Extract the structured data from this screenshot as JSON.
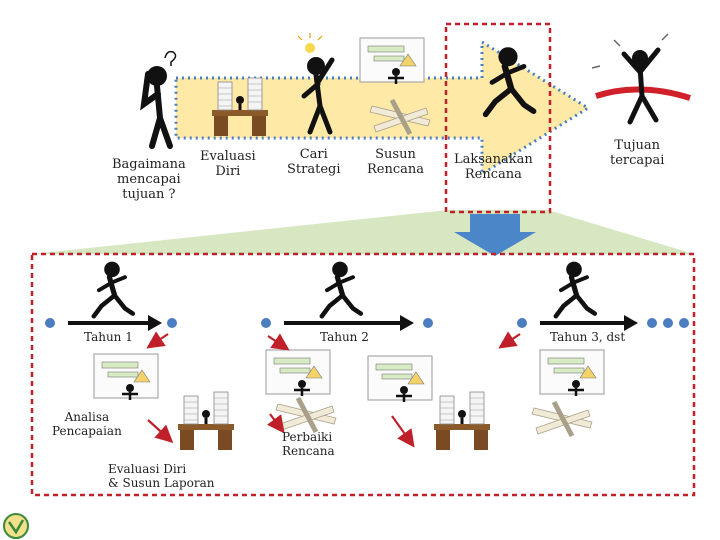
{
  "top_steps": [
    {
      "id": "bagaimana",
      "label": "Bagaimana\nmencapai\ntujuan ?"
    },
    {
      "id": "evaluasi",
      "label": "Evaluasi\nDiri"
    },
    {
      "id": "strategi",
      "label": "Cari\nStrategi"
    },
    {
      "id": "rencana",
      "label": "Susun\nRencana"
    },
    {
      "id": "laksanakan",
      "label": "Laksanakan\nRencana"
    },
    {
      "id": "tujuan",
      "label": "Tujuan\ntercapai"
    }
  ],
  "bottom": {
    "tahun1": "Tahun 1",
    "tahun2": "Tahun 2",
    "tahun3": "Tahun 3, dst",
    "analisa": "Analisa\nPencapaian",
    "evaluasi_laporan": "Evaluasi Diri\n& Susun Laporan",
    "perbaiki": "Perbaiki\nRencana"
  },
  "colors": {
    "process_arrow": "#FFE9A6",
    "dashed_dots": "#4A7EC0",
    "highlight_box": "#C0202A",
    "trapezoid": "#D6E7C1",
    "down_arrow": "#4A86C8",
    "finish_ribbon": "#D0202A"
  }
}
